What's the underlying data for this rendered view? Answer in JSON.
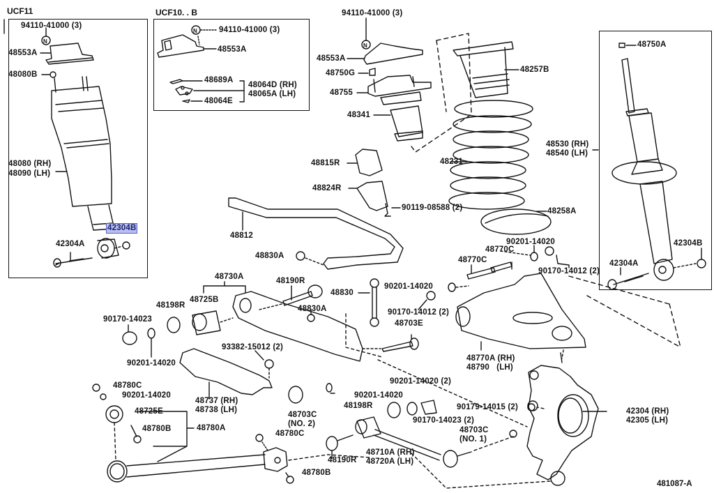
{
  "diagram": {
    "reference_code": "481087-A",
    "highlight_color": "#b9bff0",
    "insets": [
      {
        "id": "ucf11",
        "title": "UCF11"
      },
      {
        "id": "ucf10b",
        "title": "UCF10. . B"
      }
    ],
    "labels": {
      "ucf11_94110": "94110-41000 (3)",
      "ucf11_48553a": "48553A",
      "ucf11_48080b": "48080B",
      "ucf11_48080": "48080 (RH)",
      "ucf11_48090": "48090 (LH)",
      "ucf11_42304b": "42304B",
      "ucf11_42304a": "42304A",
      "ucf10_94110": "94110-41000 (3)",
      "ucf10_48553a": "48553A",
      "ucf10_48689a": "48689A",
      "ucf10_48064d": "48064D (RH)",
      "ucf10_48065a": "48065A (LH)",
      "ucf10_48064e": "48064E",
      "c_94110": "94110-41000 (3)",
      "c_48553a": "48553A",
      "c_48750g": "48750G",
      "c_48755": "48755",
      "c_48341": "48341",
      "c_48257b": "48257B",
      "c_48231": "48231",
      "c_48258a": "48258A",
      "c_48815r": "48815R",
      "c_48824r": "48824R",
      "c_90119": "90119-08588 (2)",
      "c_48812": "48812",
      "c_48830a_1": "48830A",
      "c_48830": "48830",
      "c_48830a_2": "48830A",
      "c_48190r_1": "48190R",
      "c_48730a": "48730A",
      "c_48725b": "48725B",
      "c_48198r_1": "48198R",
      "c_90170_14023_1": "90170-14023",
      "c_90201_14020_1": "90201-14020",
      "c_93382": "93382-15012 (2)",
      "c_48737": "48737 (RH)",
      "c_48738": "48738 (LH)",
      "c_48780c_1": "48780C",
      "c_90201_14020_2": "90201-14020",
      "c_48725e": "48725E",
      "c_48780b_1": "48780B",
      "c_48780a": "48780A",
      "c_48780c_2": "48780C",
      "c_48780b_2": "48780B",
      "c_48703c_2": "48703C",
      "c_48703c_2b": "(NO. 2)",
      "c_48190r_2": "48190R",
      "c_90201_14020_3": "90201-14020",
      "c_48198r_2": "48198R",
      "c_90201_14020_4": "90201-14020 (2)",
      "c_90170_14023_2": "90170-14023 (2)",
      "c_48710a": "48710A (RH)",
      "c_48720a": "48720A (LH)",
      "c_48703c_1": "48703C",
      "c_48703c_1b": "(NO. 1)",
      "c_90179": "90179-14015 (2)",
      "c_90201_14020_5": "90201-14020",
      "c_90170_14012_1": "90170-14012 (2)",
      "c_48703e": "48703E",
      "c_48770c_1": "48770C",
      "c_48770c_2": "48770C",
      "c_90201_14020_6": "90201-14020",
      "c_90170_14012_2": "90170-14012 (2)",
      "c_48770a": "48770A (RH)",
      "c_48790": "48790   (LH)",
      "c_42304": "42304 (RH)",
      "c_42305": "42305 (LH)",
      "r_48750a": "48750A",
      "r_48530": "48530 (RH)",
      "r_48540": "48540 (LH)",
      "r_42304b": "42304B",
      "r_42304a": "42304A"
    }
  }
}
